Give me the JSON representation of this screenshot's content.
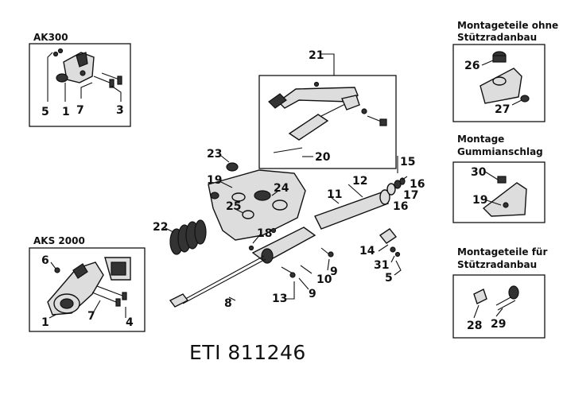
{
  "title": "ETI 811246",
  "insets": {
    "ak300": {
      "caption": "AK300",
      "labels": [
        "5",
        "1",
        "7",
        "3"
      ]
    },
    "aks2000": {
      "caption": "AKS 2000",
      "labels": [
        "6",
        "1",
        "7",
        "4"
      ]
    },
    "stuetzrad_ohne": {
      "caption_line1": "Montageteile ohne",
      "caption_line2": "Stützradanbau",
      "labels": [
        "26",
        "27"
      ]
    },
    "gummi": {
      "caption_line1": "Montage",
      "caption_line2": "Gummianschlag",
      "labels": [
        "30",
        "19"
      ]
    },
    "stuetzrad_fuer": {
      "caption_line1": "Montageteile für",
      "caption_line2": "Stützradanbau",
      "labels": [
        "28",
        "29"
      ]
    },
    "assembly21": {
      "label": "21",
      "labels": [
        "20"
      ]
    }
  },
  "main_labels": [
    "23",
    "19",
    "24",
    "25",
    "22",
    "18",
    "12",
    "11",
    "15",
    "16",
    "17",
    "16",
    "14",
    "31",
    "5",
    "10",
    "9",
    "9",
    "13",
    "8"
  ]
}
